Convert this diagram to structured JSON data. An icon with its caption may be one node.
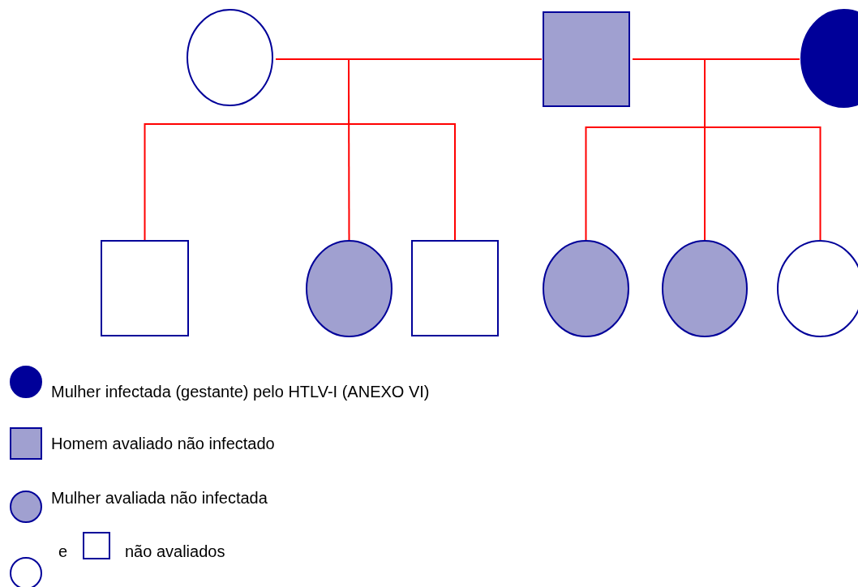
{
  "diagram": {
    "nodes": [
      {
        "text": [],
        "shape": "circle"
      },
      {
        "text": [],
        "shape": "box"
      },
      {
        "text": [],
        "shape": "circle"
      },
      {
        "text": [],
        "shape": "box"
      },
      {
        "text": [],
        "shape": "circle"
      },
      {
        "text": [],
        "shape": "box"
      },
      {
        "text": [],
        "shape": "circle"
      },
      {
        "text": [],
        "shape": "circle"
      },
      {
        "text": [],
        "shape": "circle"
      }
    ],
    "edges": [
      {
        "from": 0,
        "to": 1,
        "arrow": "none"
      },
      {
        "from": 1,
        "to": 2,
        "arrow": "none"
      },
      {
        "from": null,
        "to": 3,
        "arrow": "none"
      },
      {
        "from": null,
        "to": 4,
        "arrow": "none"
      },
      {
        "from": null,
        "to": 5,
        "arrow": "none"
      },
      {
        "from": null,
        "to": 6,
        "arrow": "none"
      },
      {
        "from": null,
        "to": 7,
        "arrow": "none"
      },
      {
        "from": null,
        "to": 8,
        "arrow": "none"
      }
    ],
    "labels": [
      "e"
    ],
    "legend": [
      {
        "text": "Mulher infectada (gestante) pelo HTLV-I (ANEXO VI)"
      },
      {
        "text": "Homem avaliado não infectado"
      },
      {
        "text": "Mulher avaliada não infectada"
      },
      {
        "text": "não avaliados"
      }
    ]
  }
}
